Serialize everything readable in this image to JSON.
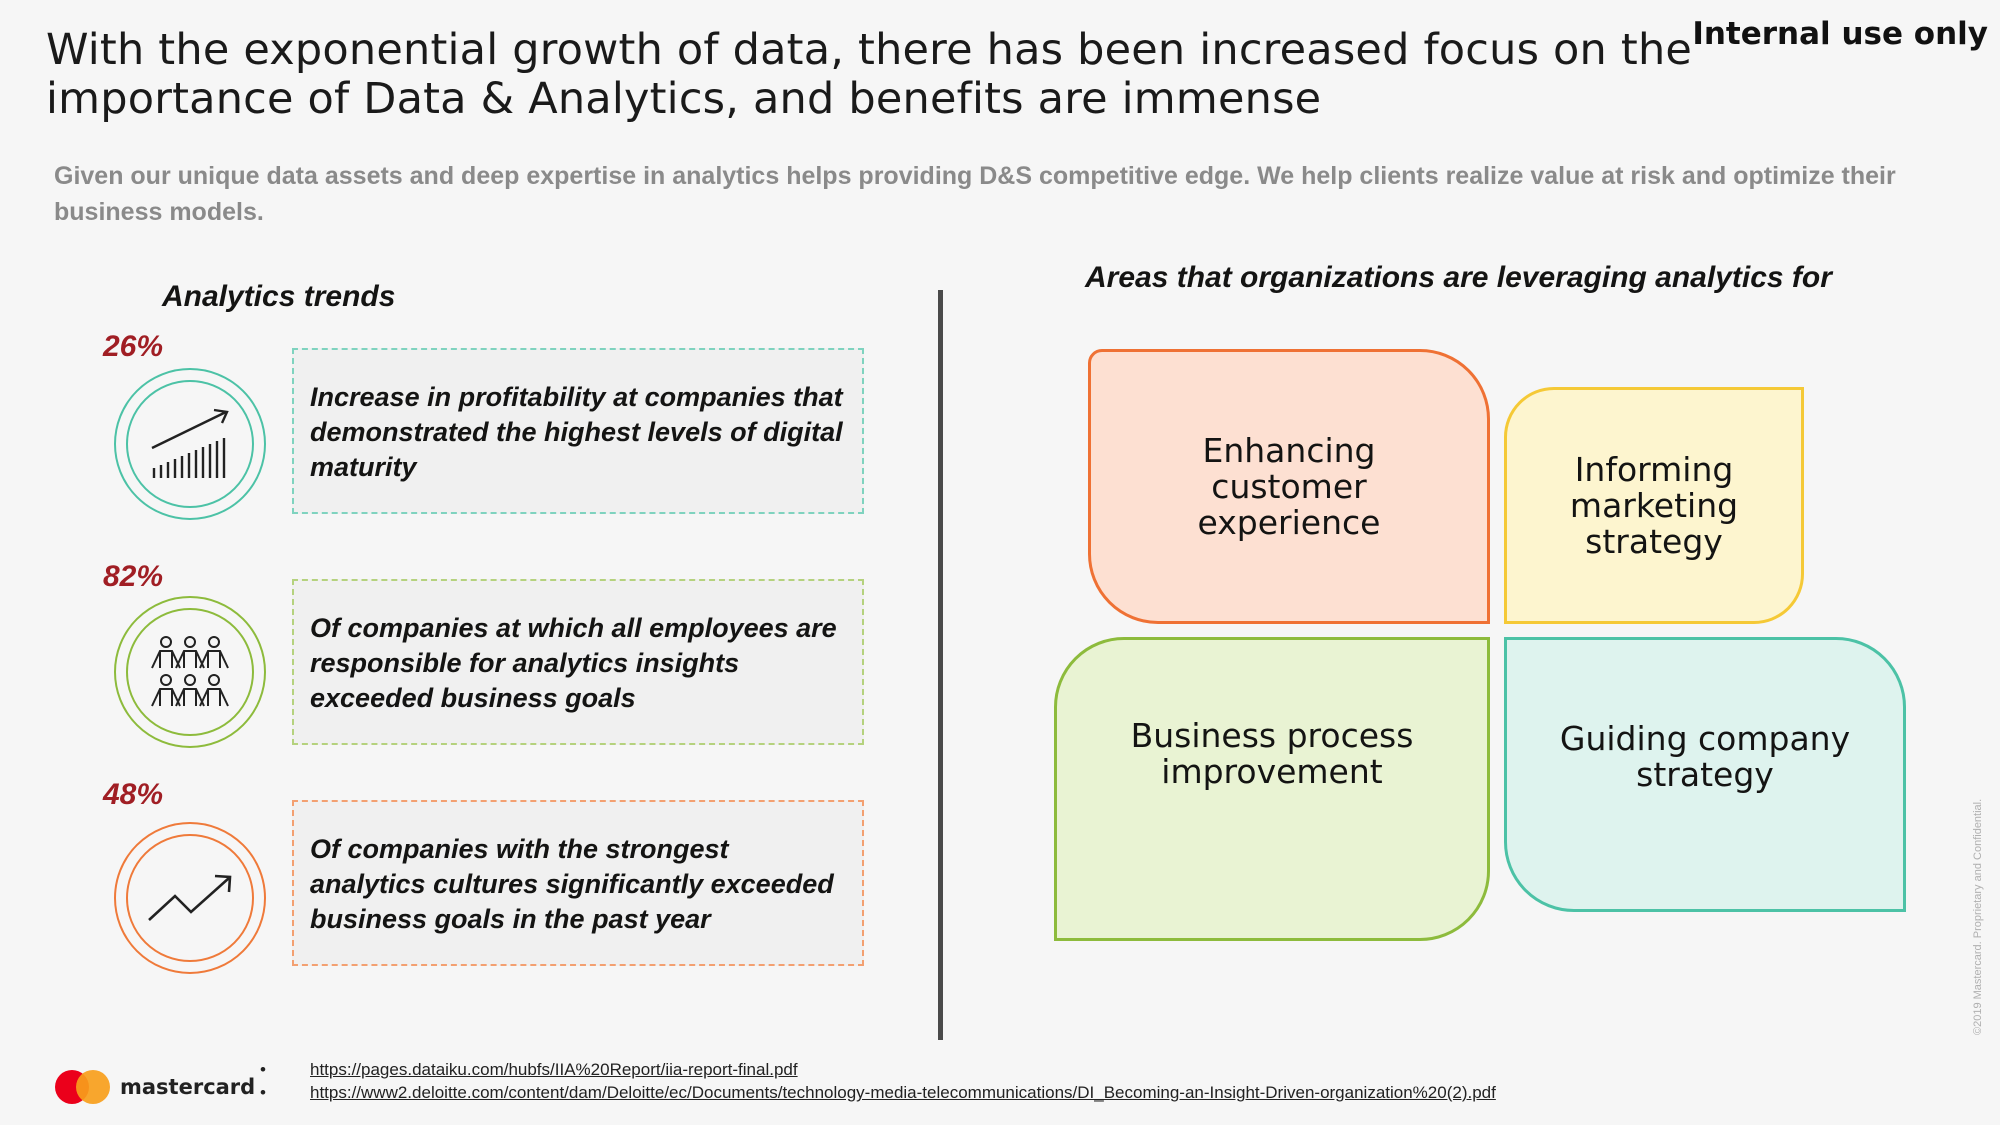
{
  "header": {
    "title": "With the exponential growth of data, there has been increased focus on the importance of Data & Analytics, and benefits are immense",
    "classification": "Internal use only",
    "subtitle": "Given our unique data assets and deep expertise in analytics helps providing D&S competitive edge. We help clients realize value at risk and optimize their business models."
  },
  "trends": {
    "heading": "Analytics trends",
    "items": [
      {
        "percent": "26%",
        "text": "Increase in profitability at companies that demonstrated the highest levels of digital maturity",
        "icon": "growth-bars-icon",
        "color": "#4cc2a6"
      },
      {
        "percent": "82%",
        "text": "Of companies at which all employees are responsible for analytics insights exceeded business goals",
        "icon": "people-group-icon",
        "color": "#8dbb3c"
      },
      {
        "percent": "48%",
        "text": "Of companies with the strongest analytics cultures significantly exceeded business goals in the past year",
        "icon": "trend-arrow-icon",
        "color": "#ef7a3a"
      }
    ]
  },
  "areas": {
    "heading": "Areas that organizations are leveraging analytics for",
    "tiles": [
      {
        "label": "Enhancing customer experience",
        "fill": "#fde0d2",
        "border": "#ef7134"
      },
      {
        "label": "Informing marketing strategy",
        "fill": "#fdf5cf",
        "border": "#f5c936"
      },
      {
        "label": "Business process improvement",
        "fill": "#e9f3d3",
        "border": "#8dbb3c"
      },
      {
        "label": "Guiding company strategy",
        "fill": "#def3ee",
        "border": "#4cc2a6"
      }
    ]
  },
  "footer": {
    "brand": "mastercard",
    "links": [
      "https://pages.dataiku.com/hubfs/IIA%20Report/iia-report-final.pdf",
      "https://www2.deloitte.com/content/dam/Deloitte/ec/Documents/technology-media-telecommunications/DI_Becoming-an-Insight-Driven-organization%20(2).pdf"
    ],
    "copyright": "©2019 Mastercard. Proprietary and Confidential."
  }
}
